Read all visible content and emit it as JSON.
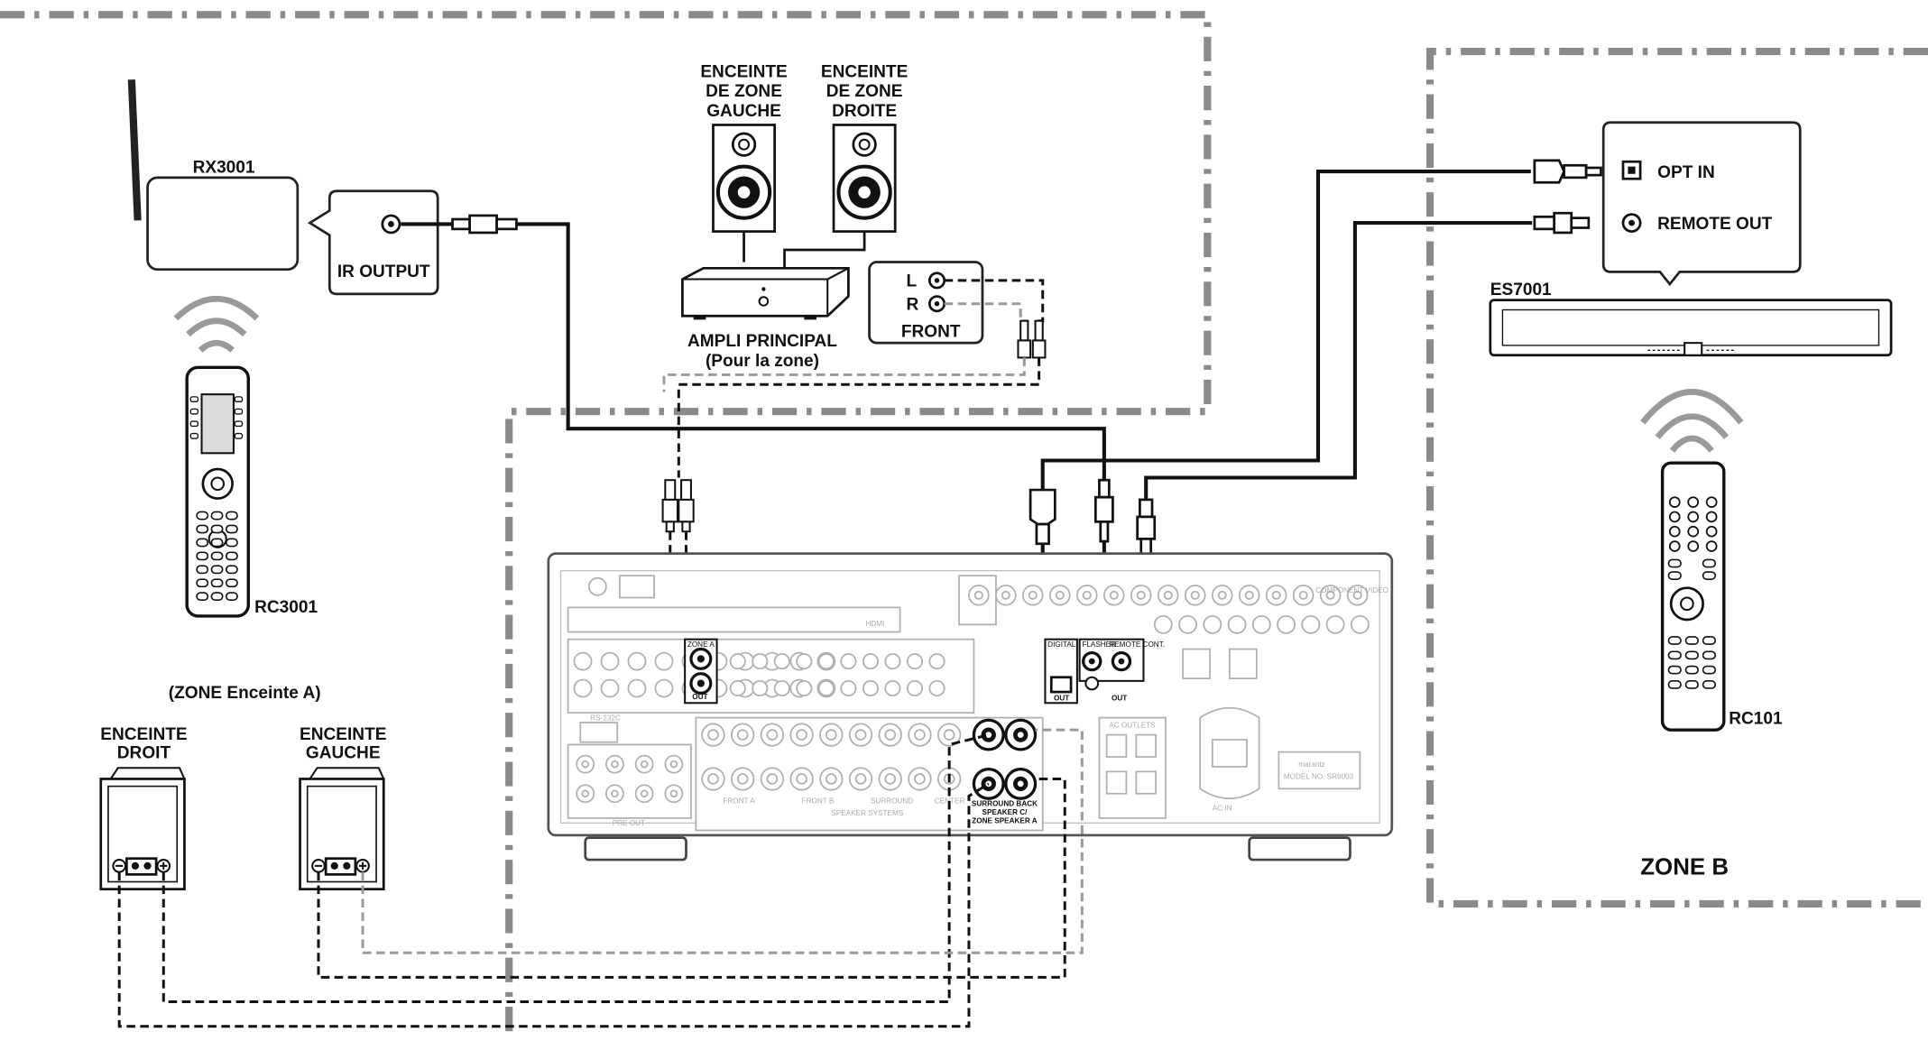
{
  "devices": {
    "rx3001": {
      "name": "RX3001"
    },
    "rc3001": {
      "name": "RC3001"
    },
    "rc101": {
      "name": "RC101"
    },
    "es7001": {
      "name": "ES7001"
    }
  },
  "ir_output": {
    "label": "IR OUTPUT"
  },
  "zone_speakers_top": {
    "left": [
      "ENCEINTE",
      "DE ZONE",
      "GAUCHE"
    ],
    "right": [
      "ENCEINTE",
      "DE ZONE",
      "DROITE"
    ]
  },
  "main_amp": {
    "title": "AMPLI PRINCIPAL",
    "subtitle": "(Pour la zone)"
  },
  "front_box": {
    "l": "L",
    "r": "R",
    "label": "FRONT"
  },
  "es_box": {
    "opt_in": "OPT IN",
    "remote_out": "REMOTE OUT"
  },
  "zone_a": {
    "heading": "(ZONE Enceinte A)",
    "speaker_right": [
      "ENCEINTE",
      "DROIT"
    ],
    "speaker_left": [
      "ENCEINTE",
      "GAUCHE"
    ]
  },
  "zone_b": {
    "label": "ZONE B"
  },
  "receiver_panel": {
    "hdmi_logo": "HDMI",
    "brand": "marantz",
    "model": "MODEL NO. SR6003",
    "ac_in": "AC IN",
    "pre_out": "PRE OUT",
    "speaker_systems": "SPEAKER SYSTEMS",
    "surround_back_zone": [
      "SURROUND BACK",
      "SPEAKER C/",
      "ZONE SPEAKER A"
    ],
    "out_labels": [
      "OUT",
      "OUT",
      "OUT"
    ],
    "ac_outlets": "AC OUTLETS",
    "jack_labels": [
      "FRONT A",
      "FRONT B",
      "SURROUND",
      "CENTER",
      "ZONE A",
      "FLASHER",
      "REMOTE CONT.",
      "DIGITAL",
      "RS-232C",
      "COMPONENT VIDEO"
    ]
  },
  "colors": {
    "zone_border": "#8a8a8a",
    "line": "#111111",
    "faded": "#b0b0b0",
    "wave": "#9a9a9a"
  }
}
